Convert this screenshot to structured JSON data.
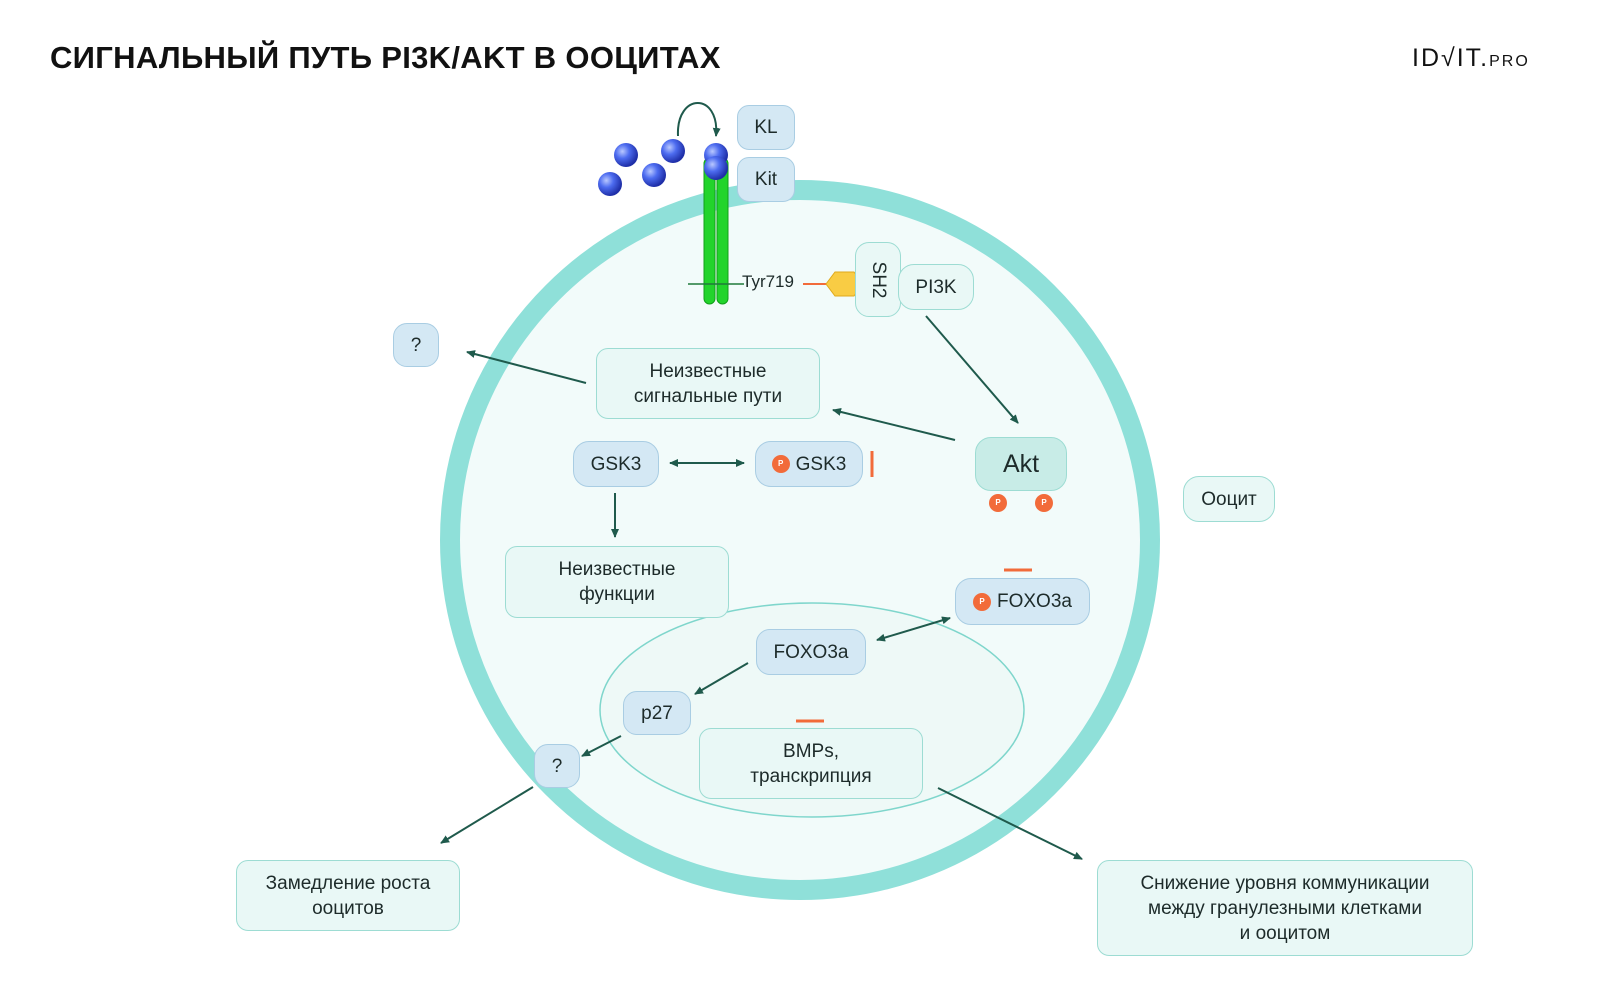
{
  "title": "СИГНАЛЬНЫЙ ПУТЬ PI3K/AKT В ООЦИТАХ",
  "logo": {
    "main": "ID√IT.",
    "suffix": "PRO"
  },
  "labels": {
    "kl": "KL",
    "kit": "Kit",
    "tyr": "Tyr719",
    "sh2": "SH2",
    "pi3k": "PI3K",
    "question_top": "?",
    "unknown_pathways": "Неизвестные\nсигнальные пути",
    "gsk3": "GSK3",
    "p_gsk3": "GSK3",
    "akt": "Akt",
    "oocyte": "Ооцит",
    "unknown_functions": "Неизвестные\nфункции",
    "p_foxo3a": "FOXO3a",
    "foxo3a": "FOXO3a",
    "p27": "p27",
    "bmps": "BMPs,\nтранскрипция",
    "question_bottom": "?",
    "growth_slowdown": "Замедление роста\nооцитов",
    "communication": "Снижение уровня коммуникации\nмежду гранулезными клетками\nи ооцитом",
    "phospho": "P"
  },
  "colors": {
    "cell_membrane": "#8fe0d9",
    "activation_arrow": "#1f5a4c",
    "inhibition": "#f26b3a",
    "receptor": "#22d42b",
    "ligand": "#3b5fe0",
    "adapter": "#f9cc44"
  }
}
